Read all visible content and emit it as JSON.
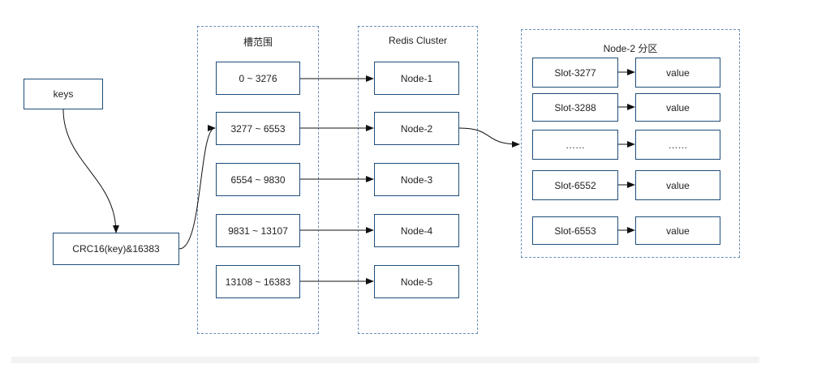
{
  "keys_label": "keys",
  "hash_label": "CRC16(key)&16383",
  "slot_group": {
    "title": "槽范围",
    "ranges": [
      "0 ~ 3276",
      "3277 ~ 6553",
      "6554 ~ 9830",
      "9831 ~ 13107",
      "13108 ~ 16383"
    ]
  },
  "cluster_group": {
    "title": "Redis Cluster",
    "nodes": [
      "Node-1",
      "Node-2",
      "Node-3",
      "Node-4",
      "Node-5"
    ]
  },
  "partition_group": {
    "title": "Node-2 分区",
    "rows": [
      {
        "slot": "Slot-3277",
        "value": "value"
      },
      {
        "slot": "Slot-3288",
        "value": "value"
      },
      {
        "slot": "……",
        "value": "……"
      },
      {
        "slot": "Slot-6552",
        "value": "value"
      },
      {
        "slot": "Slot-6553",
        "value": "value"
      }
    ]
  },
  "colors": {
    "box_border": "#1f4e79",
    "group_border": "#6a8fb8",
    "edge": "#111111"
  }
}
